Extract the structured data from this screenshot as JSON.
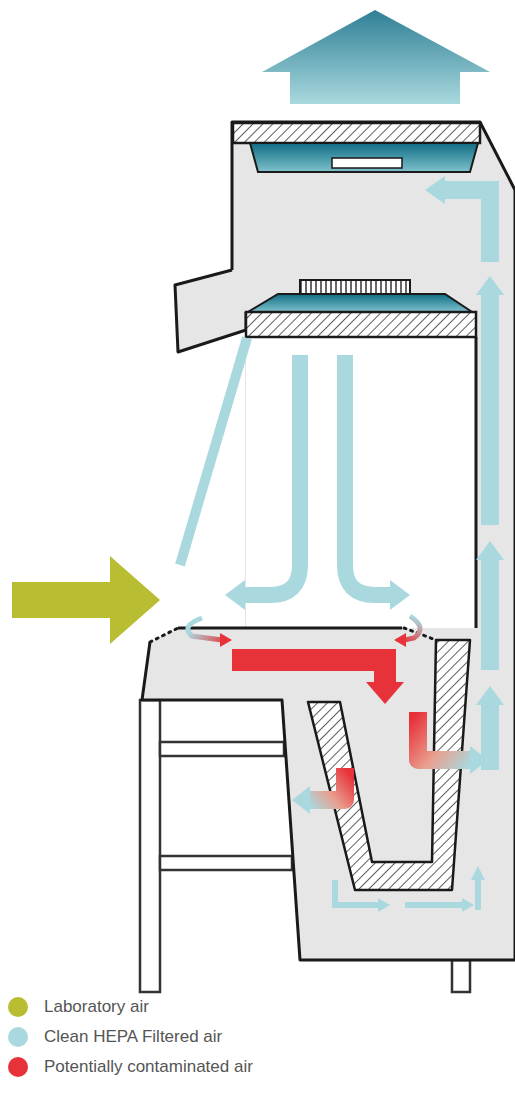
{
  "diagram": {
    "legend": [
      {
        "text": "Laboratory air",
        "color": "#b8bd32"
      },
      {
        "text": "Clean HEPA Filtered air",
        "color": "#a9d9de"
      },
      {
        "text": "Potentially contaminated air",
        "color": "#e8323a"
      }
    ]
  }
}
